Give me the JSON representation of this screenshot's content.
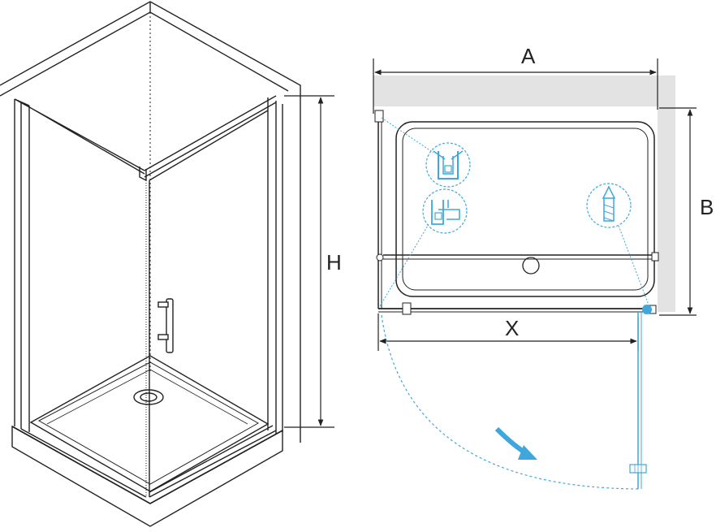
{
  "diagram": {
    "labels": {
      "width_a": "A",
      "depth_b": "B",
      "height_h": "H",
      "door_x": "X"
    },
    "colors": {
      "line": "#222222",
      "accent": "#3fa7dc",
      "wall": "#e3e3e3"
    },
    "icons": [
      "wall-profile-icon",
      "magnetic-seal-icon",
      "wall-anchor-icon",
      "rotation-arrow-icon",
      "door-handle-icon",
      "drain-icon"
    ]
  }
}
